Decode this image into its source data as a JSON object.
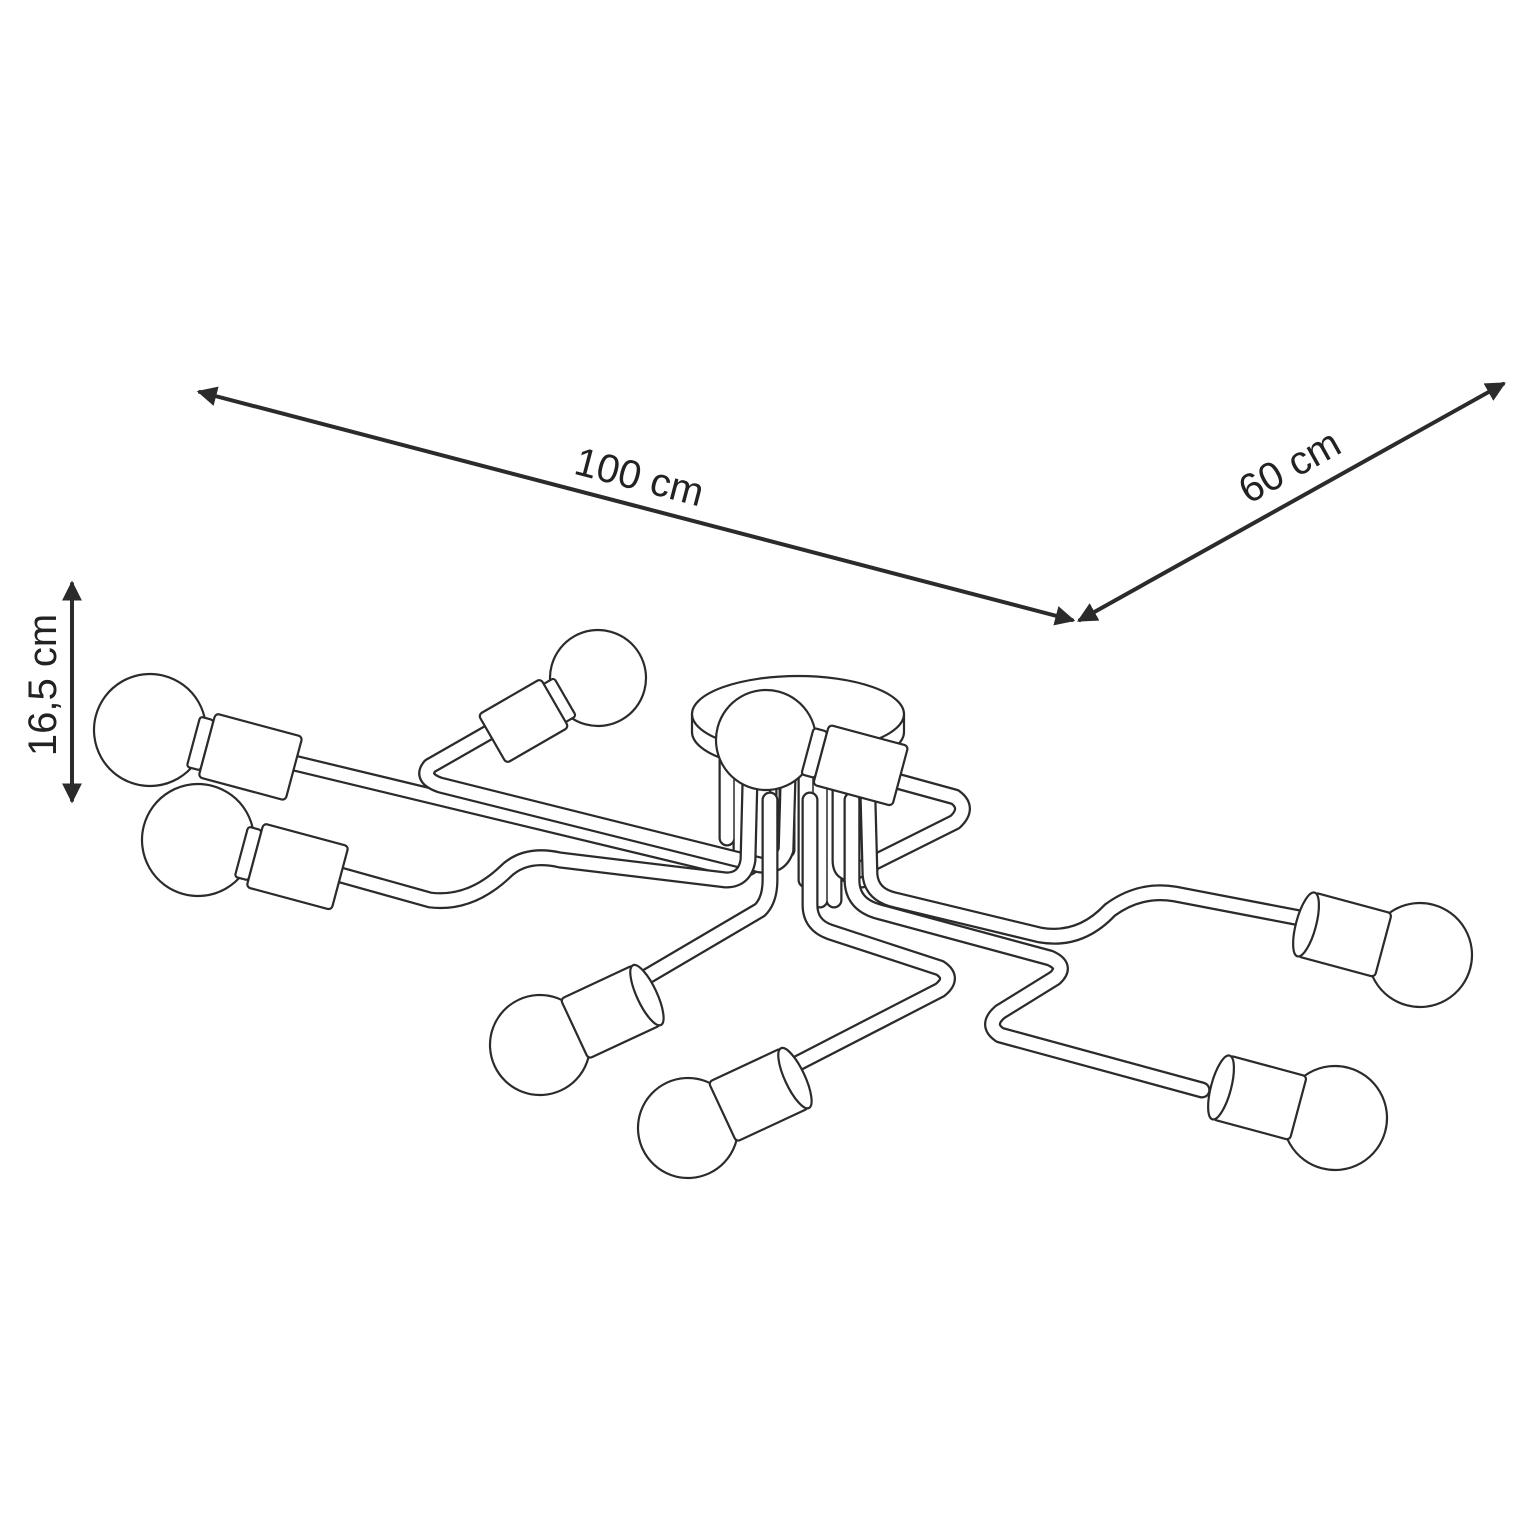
{
  "dimensions": {
    "width_label": "100 cm",
    "depth_label": "60 cm",
    "height_label": "16,5 cm"
  },
  "colors": {
    "line": "#2b2b2b",
    "fill": "#ffffff",
    "background": "#ffffff"
  }
}
